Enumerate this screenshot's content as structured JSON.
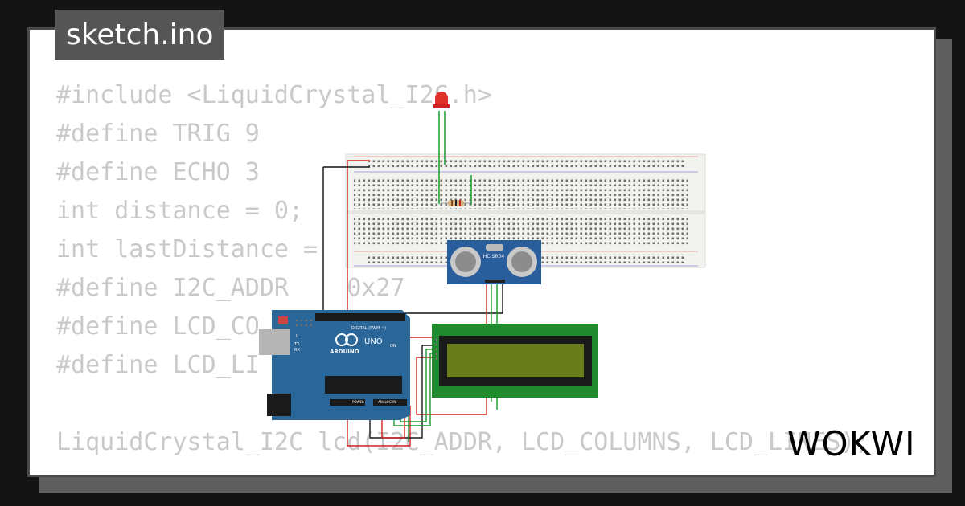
{
  "file_tab": {
    "label": "sketch.ino"
  },
  "code_lines": [
    "#include <LiquidCrystal_I2C.h>",
    "#define TRIG 9",
    "#define ECHO 3",
    "int distance = 0;",
    "int lastDistance = ",
    "#define I2C_ADDR    0x27",
    "#define LCD_CO",
    "#define LCD_LI",
    "",
    "LiquidCrystal_I2C lcd(I2C_ADDR, LCD_COLUMNS, LCD_LINES);"
  ],
  "board": {
    "brand": "ARDUINO",
    "model": "UNO",
    "on_label": "ON",
    "tx_label": "TX",
    "rx_label": "RX",
    "l_label": "L",
    "digital_label": "DIGITAL (PWM ~)",
    "power_label": "POWER",
    "analog_label": "ANALOG IN"
  },
  "sensor": {
    "label": "HC-SR04"
  },
  "logo": {
    "text": "WOKWI"
  },
  "colors": {
    "background": "#141414",
    "card": "#ffffff",
    "tab": "#555555",
    "board": "#2b6699",
    "lcd_pcb": "#1f8a2e",
    "lcd_screen": "#6a7d1c",
    "sensor": "#2a5d9b",
    "wire_red": "#d42020",
    "wire_green": "#1a9a2a",
    "wire_black": "#111111"
  }
}
